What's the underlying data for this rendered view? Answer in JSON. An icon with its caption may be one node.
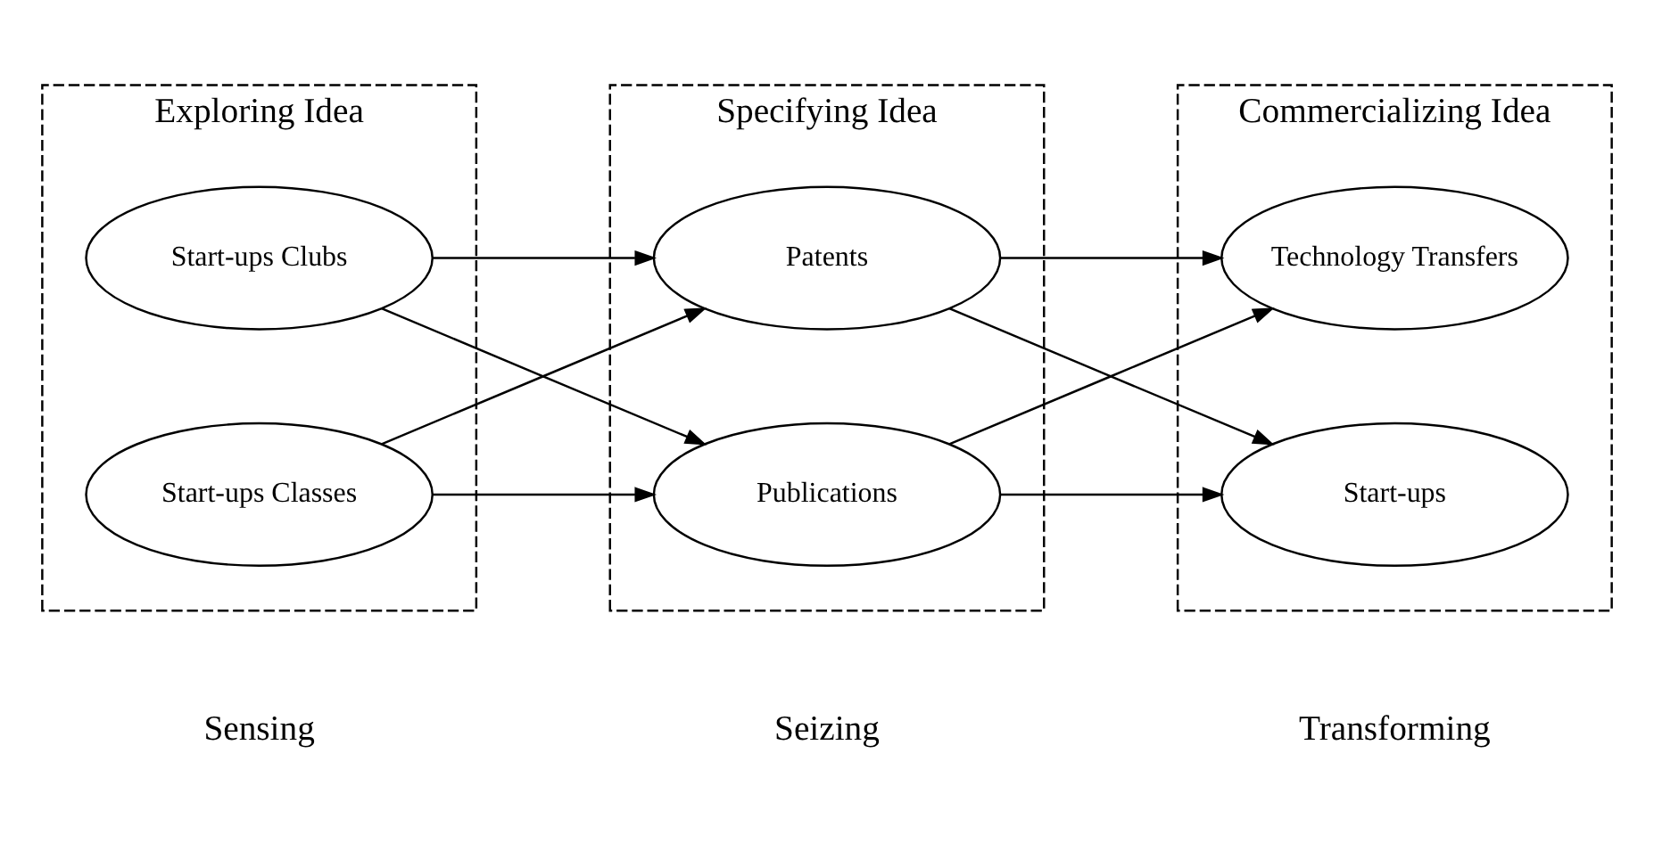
{
  "diagram": {
    "nodes": [
      {
        "text": [
          "Exploring Idea"
        ]
      },
      {
        "text": [
          "Start-ups Clubs"
        ],
        "in": 0
      },
      {
        "text": [
          "Start-ups Classes"
        ],
        "in": 0
      },
      {
        "text": [
          "Specifying Idea"
        ]
      },
      {
        "text": [
          "Patents"
        ],
        "in": 3
      },
      {
        "text": [
          "Publications"
        ],
        "in": 3
      },
      {
        "text": [
          "Commercializing Idea"
        ]
      },
      {
        "text": [
          "Technology Transfers"
        ],
        "in": 6
      },
      {
        "text": [
          "Start-ups"
        ],
        "in": 6
      }
    ],
    "edges": [
      {
        "from": 1,
        "to": 4,
        "arrow": "to"
      },
      {
        "from": 1,
        "to": 5,
        "arrow": "to"
      },
      {
        "from": 2,
        "to": 4,
        "arrow": "to"
      },
      {
        "from": 2,
        "to": 5,
        "arrow": "to"
      },
      {
        "from": 4,
        "to": 7,
        "arrow": "to"
      },
      {
        "from": 4,
        "to": 8,
        "arrow": "to"
      },
      {
        "from": 5,
        "to": 7,
        "arrow": "to"
      },
      {
        "from": 5,
        "to": 8,
        "arrow": "to"
      }
    ],
    "labels": [
      "Sensing",
      "Seizing",
      "Transforming"
    ]
  }
}
